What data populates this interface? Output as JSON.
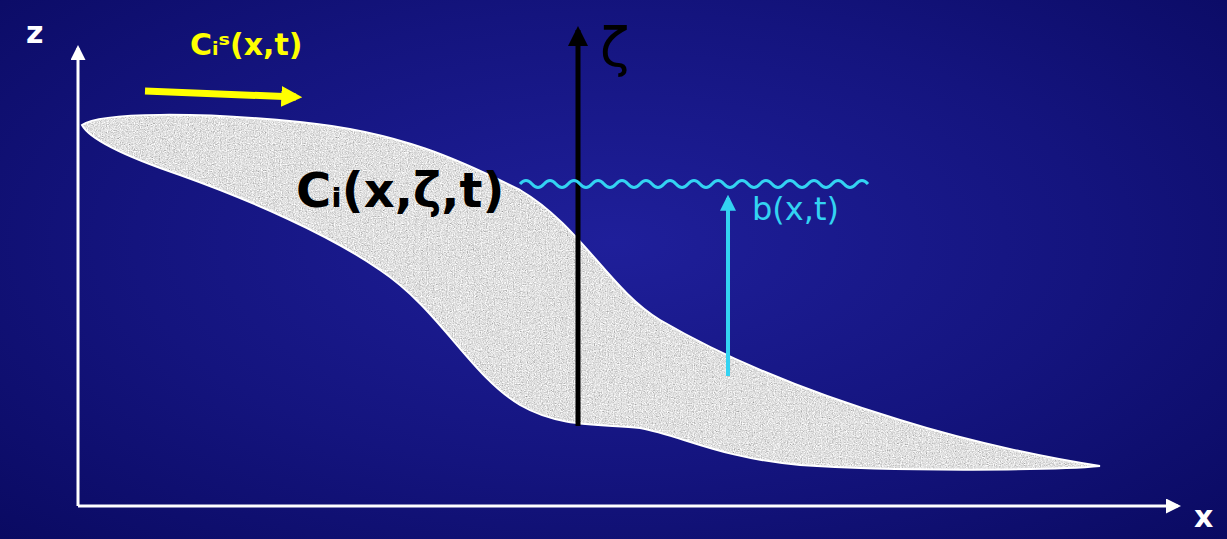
{
  "diagram": {
    "nodes": [
      {
        "text": [
          "Cᵢ(x,ζ,t)"
        ]
      }
    ],
    "labels": [
      "z",
      "x",
      "Cᵢˢ(x,t)",
      "ζ",
      "b(x,t)"
    ]
  }
}
